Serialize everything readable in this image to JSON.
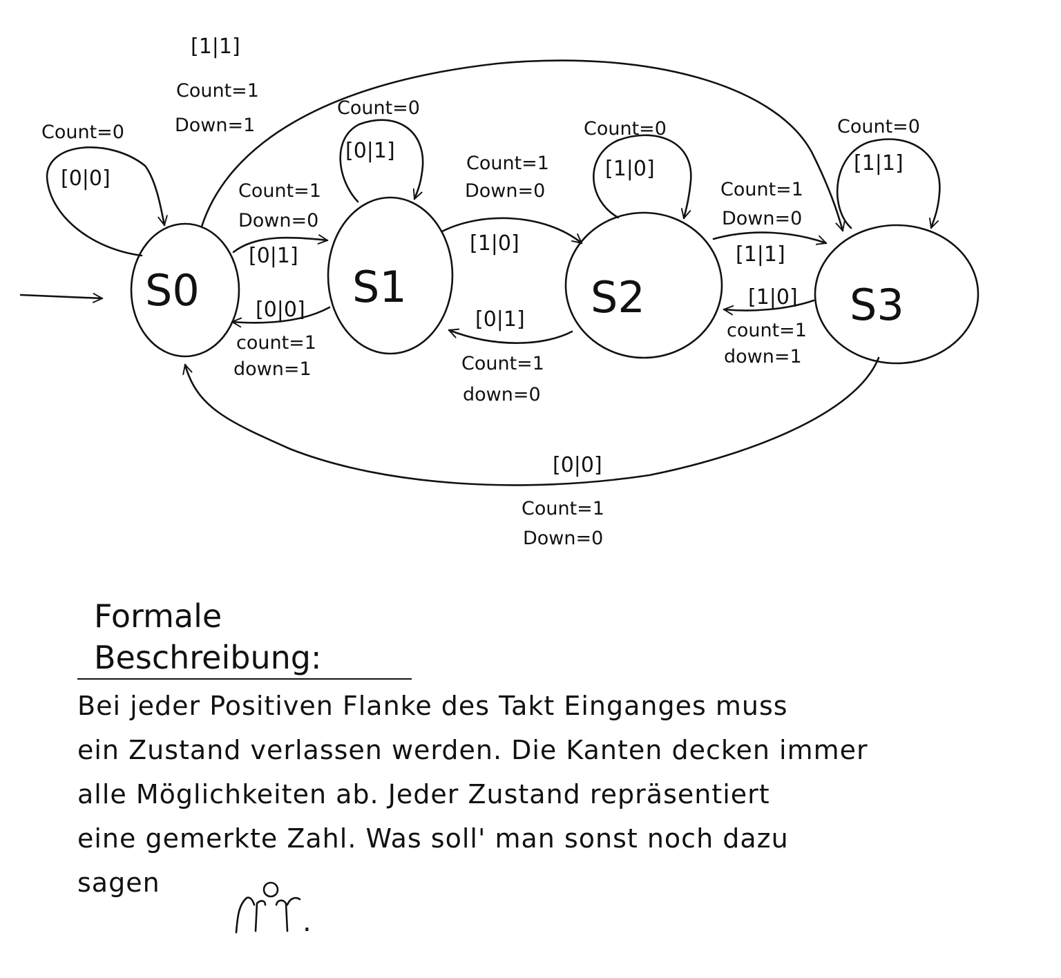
{
  "diagram": {
    "states": [
      {
        "id": "S0",
        "label": "S0"
      },
      {
        "id": "S1",
        "label": "S1"
      },
      {
        "id": "S2",
        "label": "S2"
      },
      {
        "id": "S3",
        "label": "S3"
      }
    ],
    "transitions": [
      {
        "from": "S0",
        "to": "S0",
        "input": "[0|0]",
        "outputs": [
          "Count=0"
        ]
      },
      {
        "from": "S1",
        "to": "S1",
        "input": "[0|1]",
        "outputs": [
          "Count=0"
        ]
      },
      {
        "from": "S2",
        "to": "S2",
        "input": "[1|0]",
        "outputs": [
          "Count=0"
        ]
      },
      {
        "from": "S3",
        "to": "S3",
        "input": "[1|1]",
        "outputs": [
          "Count=0"
        ]
      },
      {
        "from": "S0",
        "to": "S1",
        "input": "[0|1]",
        "outputs": [
          "Count=1",
          "Down=0"
        ]
      },
      {
        "from": "S1",
        "to": "S0",
        "input": "[0|0]",
        "outputs": [
          "count=1",
          "down=1"
        ]
      },
      {
        "from": "S1",
        "to": "S2",
        "input": "[1|0]",
        "outputs": [
          "Count=1",
          "Down=0"
        ]
      },
      {
        "from": "S2",
        "to": "S1",
        "input": "[0|1]",
        "outputs": [
          "Count=1",
          "down=0"
        ]
      },
      {
        "from": "S2",
        "to": "S3",
        "input": "[1|1]",
        "outputs": [
          "Count=1",
          "Down=0"
        ]
      },
      {
        "from": "S3",
        "to": "S2",
        "input": "[1|0]",
        "outputs": [
          "count=1",
          "down=1"
        ]
      },
      {
        "from": "S0",
        "to": "S3",
        "input": "[1|1]",
        "outputs": [
          "Count=1",
          "Down=1"
        ]
      },
      {
        "from": "S3",
        "to": "S0",
        "input": "[0|0]",
        "outputs": [
          "Count=1",
          "Down=0"
        ]
      }
    ]
  },
  "description": {
    "title": "Formale Beschreibung:",
    "lines": [
      "Bei jeder Positiven Flanke des Takt Einganges muss",
      "ein Zustand verlassen werden. Die Kanten decken immer",
      "alle Möglichkeiten ab. Jeder Zustand repräsentiert",
      "eine gemerkte Zahl. Was soll' man sonst noch dazu",
      "sagen"
    ],
    "trailing_punctuation": "."
  }
}
